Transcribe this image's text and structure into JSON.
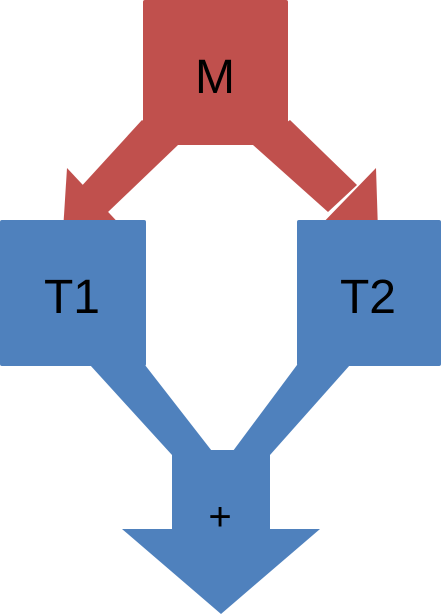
{
  "nodes": {
    "m": {
      "label": "M"
    },
    "t1": {
      "label": "T1"
    },
    "t2": {
      "label": "T2"
    },
    "merge": {
      "label": "+"
    }
  },
  "colors": {
    "source": "#c0504d",
    "target": "#4f81bd"
  }
}
